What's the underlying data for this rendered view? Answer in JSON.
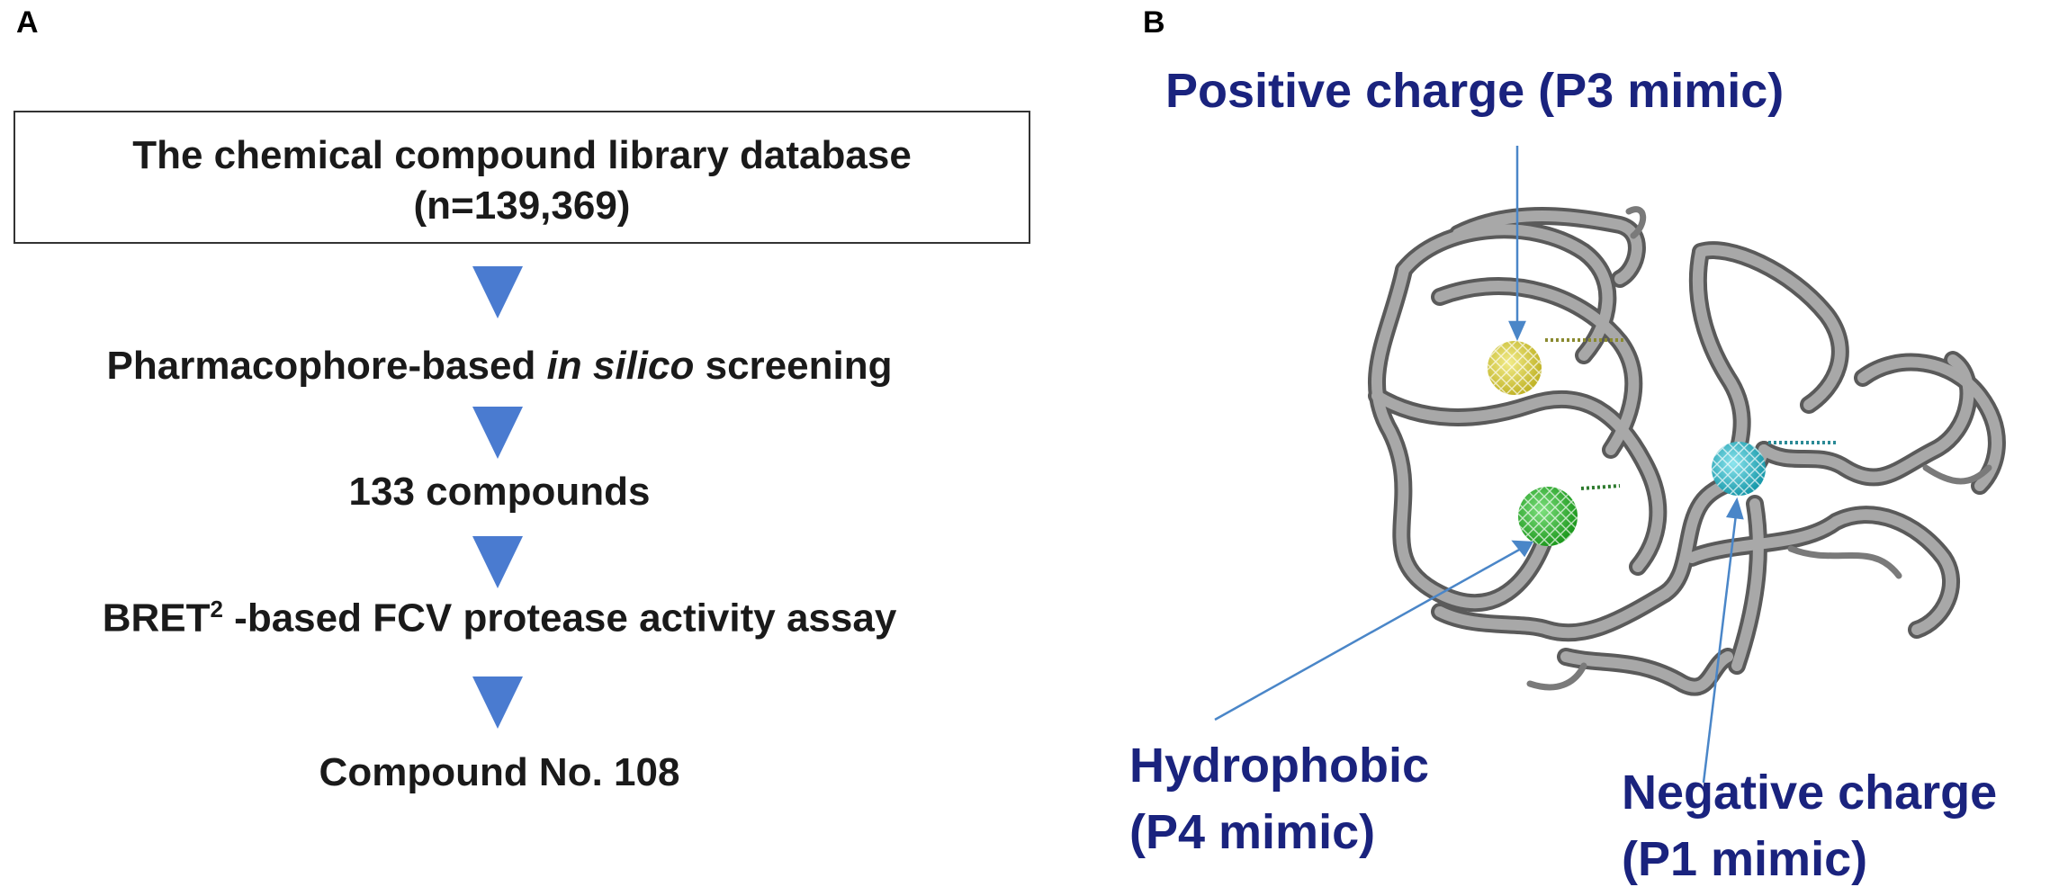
{
  "panel_a": {
    "letter": "A",
    "box_line1": "The chemical compound library database",
    "box_line2": "(n=139,369)",
    "step1_pre": "Pharmacophore-based ",
    "step1_ital": "in silico",
    "step1_post": " screening",
    "step2": "133 compounds",
    "step3_pre": "BRET",
    "step3_sup": "2",
    "step3_post": " -based FCV protease activity assay",
    "step4": "Compound No. 108",
    "arrow_color": "#4a7bd0"
  },
  "panel_b": {
    "letter": "B",
    "label_positive": "Positive charge (P3 mimic)",
    "label_hydrophobic_1": "Hydrophobic",
    "label_hydrophobic_2": "(P4 mimic)",
    "label_negative_1": "Negative charge",
    "label_negative_2": "(P1 mimic)",
    "label_color": "#1a237e",
    "pointer_color": "#4a86c8",
    "ribbon_color": "#8f8f8f",
    "sphere_colors": {
      "positive": "#d9cf3a",
      "hydrophobic": "#2fb82f",
      "negative": "#2bb7c7"
    }
  }
}
